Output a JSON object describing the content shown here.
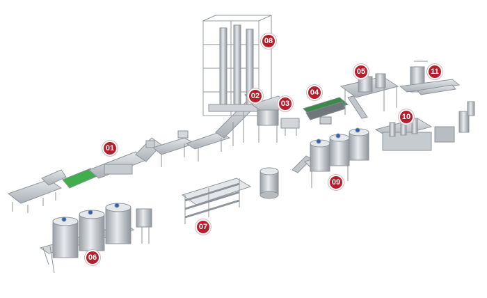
{
  "colors": {
    "steel": "#b9bec4",
    "steel_dark": "#8e949a",
    "steel_light": "#dfe2e6",
    "belt_green": "#3fae4b",
    "marker_red": "#b51e2a"
  },
  "markers": [
    {
      "id": "m01",
      "label": "01"
    },
    {
      "id": "m02",
      "label": "02"
    },
    {
      "id": "m03",
      "label": "03"
    },
    {
      "id": "m04",
      "label": "04"
    },
    {
      "id": "m05",
      "label": "05"
    },
    {
      "id": "m06",
      "label": "06"
    },
    {
      "id": "m07",
      "label": "07"
    },
    {
      "id": "m08",
      "label": "08"
    },
    {
      "id": "m09",
      "label": "09"
    },
    {
      "id": "m10",
      "label": "10"
    },
    {
      "id": "m11",
      "label": "11"
    }
  ]
}
